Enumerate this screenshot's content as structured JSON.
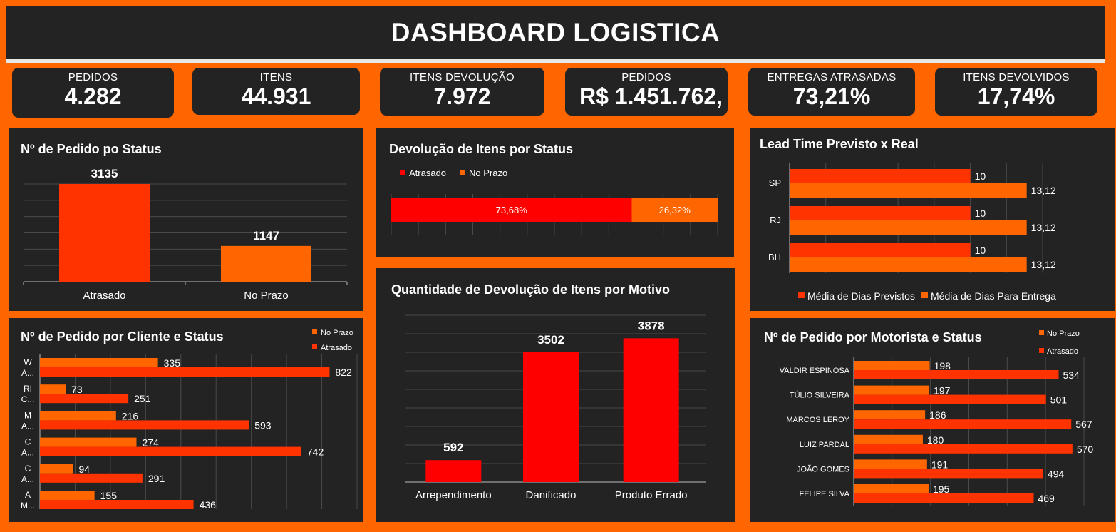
{
  "header": {
    "title": "DASHBOARD LOGISTICA"
  },
  "kpis": [
    {
      "label": "PEDIDOS",
      "value": "4.282"
    },
    {
      "label": "ITENS",
      "value": "44.931"
    },
    {
      "label": "ITENS DEVOLUÇÃO",
      "value": "7.972"
    },
    {
      "label": "PEDIDOS",
      "value": "R$  1.451.762,"
    },
    {
      "label": "ENTREGAS ATRASADAS",
      "value": "73,21%"
    },
    {
      "label": "ITENS DEVOLVIDOS",
      "value": "17,74%"
    }
  ],
  "colors": {
    "atrasado": "#ff3300",
    "no_prazo": "#ff6600",
    "red": "#ff0000",
    "panel": "#232323",
    "grid": "#4a4a4a"
  },
  "chart_data": [
    {
      "id": "status",
      "type": "bar",
      "title": "Nº de Pedido po Status",
      "categories": [
        "Atrasado",
        "No Prazo"
      ],
      "values": [
        3135,
        1147
      ],
      "ylim": [
        0,
        3500
      ],
      "grid": true
    },
    {
      "id": "devolucao_status",
      "type": "bar",
      "stacked": "100%",
      "orientation": "horizontal",
      "title": "Devolução de Itens por Status",
      "series": [
        {
          "name": "Atrasado",
          "value": 73.68,
          "label": "73,68%"
        },
        {
          "name": "No Prazo",
          "value": 26.32,
          "label": "26,32%"
        }
      ],
      "legend": "top-left"
    },
    {
      "id": "lead_time",
      "type": "bar",
      "orientation": "horizontal",
      "title": "Lead Time Previsto x Real",
      "categories": [
        "SP",
        "RJ",
        "BH"
      ],
      "series": [
        {
          "name": "Média de Dias Previstos",
          "values": [
            10,
            10,
            10
          ],
          "labels": [
            "10",
            "10",
            "10"
          ]
        },
        {
          "name": "Média de Dias Para Entrega",
          "values": [
            13.12,
            13.12,
            13.12
          ],
          "labels": [
            "13,12",
            "13,12",
            "13,12"
          ]
        }
      ],
      "xlim": [
        0,
        14
      ],
      "legend": "bottom"
    },
    {
      "id": "motivo",
      "type": "bar",
      "title": "Quantidade de Devolução de Itens por Motivo",
      "categories": [
        "Arrependimento",
        "Danificado",
        "Produto Errado"
      ],
      "values": [
        592,
        3502,
        3878
      ],
      "ylim": [
        0,
        4500
      ],
      "grid": true
    },
    {
      "id": "cliente",
      "type": "bar",
      "orientation": "horizontal",
      "title": "Nº de Pedido por Cliente e Status",
      "categories": [
        [
          "W",
          "A..."
        ],
        [
          "RI",
          "C..."
        ],
        [
          "M",
          "A..."
        ],
        [
          "C",
          "A..."
        ],
        [
          "C",
          "A..."
        ],
        [
          "A",
          "M..."
        ]
      ],
      "series": [
        {
          "name": "No Prazo",
          "values": [
            335,
            73,
            216,
            274,
            94,
            155
          ]
        },
        {
          "name": "Atrasado",
          "values": [
            822,
            251,
            593,
            742,
            291,
            436
          ]
        }
      ],
      "xlim": [
        0,
        900
      ],
      "legend": "top-right"
    },
    {
      "id": "motorista",
      "type": "bar",
      "orientation": "horizontal",
      "title": "Nº de Pedido por Motorista e Status",
      "categories": [
        "VALDIR ESPINOSA",
        "TÚLIO SILVEIRA",
        "MARCOS LEROY",
        "LUIZ PARDAL",
        "JOÃO GOMES",
        "FELIPE SILVA"
      ],
      "series": [
        {
          "name": "No Prazo",
          "values": [
            198,
            197,
            186,
            180,
            191,
            195
          ]
        },
        {
          "name": "Atrasado",
          "values": [
            534,
            501,
            567,
            570,
            494,
            469
          ]
        }
      ],
      "xlim": [
        0,
        600
      ],
      "legend": "top-right"
    }
  ]
}
